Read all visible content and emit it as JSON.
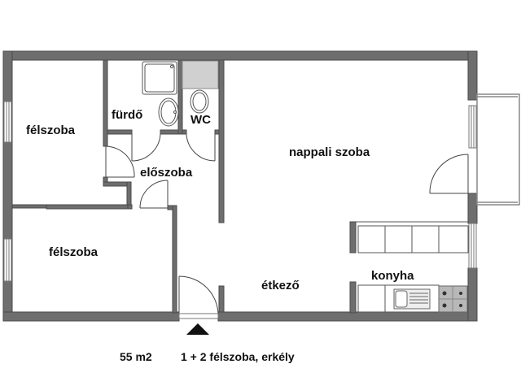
{
  "floorplan": {
    "rooms": {
      "bedroom_top": {
        "label": "félszoba"
      },
      "bedroom_bottom": {
        "label": "félszoba"
      },
      "bathroom": {
        "label": "fürdő"
      },
      "wc": {
        "label": "WC"
      },
      "hallway": {
        "label": "előszoba"
      },
      "living_room": {
        "label": "nappali szoba"
      },
      "dining": {
        "label": "étkező"
      },
      "kitchen": {
        "label": "konyha"
      }
    },
    "entrance_marker": "entrance-arrow",
    "colors": {
      "wall": "#6e6e6e",
      "wall_edge": "#4a4a4a",
      "fixture": "#888888",
      "wc_tank": "#d0d0d0",
      "background": "#ffffff",
      "text": "#111111"
    }
  },
  "caption": {
    "area": "55 m2",
    "description": "1 + 2 félszoba, erkély"
  }
}
